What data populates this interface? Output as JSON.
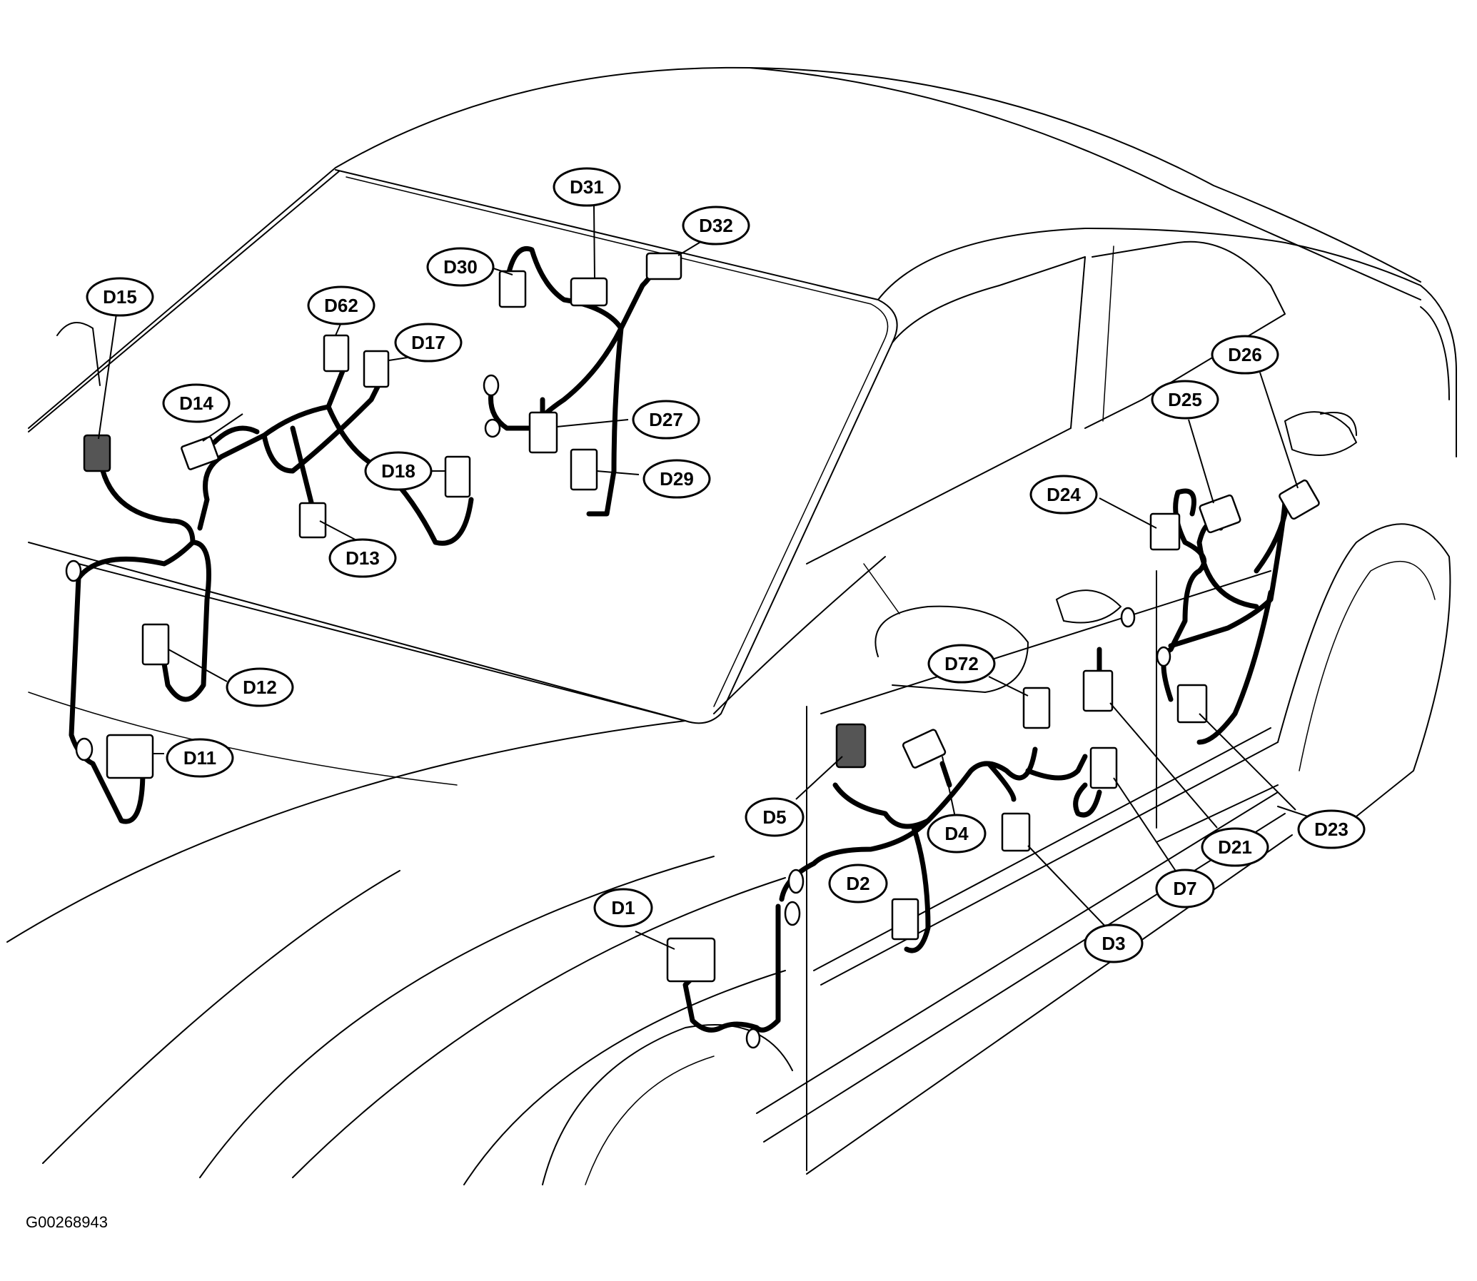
{
  "figure_id": "G00268943",
  "connectors": [
    {
      "id": "c-d1",
      "label": "D1"
    },
    {
      "id": "c-d2",
      "label": "D2"
    },
    {
      "id": "c-d3",
      "label": "D3"
    },
    {
      "id": "c-d4",
      "label": "D4"
    },
    {
      "id": "c-d5",
      "label": "D5"
    },
    {
      "id": "c-d7",
      "label": "D7"
    },
    {
      "id": "c-d11",
      "label": "D11"
    },
    {
      "id": "c-d12",
      "label": "D12"
    },
    {
      "id": "c-d13",
      "label": "D13"
    },
    {
      "id": "c-d14",
      "label": "D14"
    },
    {
      "id": "c-d15",
      "label": "D15"
    },
    {
      "id": "c-d17",
      "label": "D17"
    },
    {
      "id": "c-d18",
      "label": "D18"
    },
    {
      "id": "c-d21",
      "label": "D21"
    },
    {
      "id": "c-d23",
      "label": "D23"
    },
    {
      "id": "c-d24",
      "label": "D24"
    },
    {
      "id": "c-d25",
      "label": "D25"
    },
    {
      "id": "c-d26",
      "label": "D26"
    },
    {
      "id": "c-d27",
      "label": "D27"
    },
    {
      "id": "c-d29",
      "label": "D29"
    },
    {
      "id": "c-d30",
      "label": "D30"
    },
    {
      "id": "c-d31",
      "label": "D31"
    },
    {
      "id": "c-d32",
      "label": "D32"
    },
    {
      "id": "c-d62",
      "label": "D62"
    },
    {
      "id": "c-d72",
      "label": "D72"
    }
  ]
}
